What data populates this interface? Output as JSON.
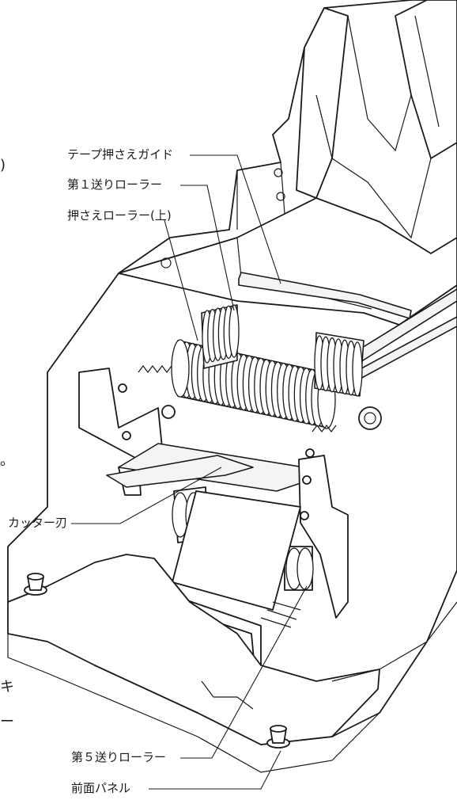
{
  "labels": {
    "tape_press_guide": "テープ押さえガイド",
    "first_feed_roller": "第１送りローラー",
    "press_roller_upper": "押さえローラー(上)",
    "cutter_blade": "カッター刃",
    "fifth_feed_roller": "第５送りローラー",
    "front_panel": "前面パネル"
  },
  "edge_fragments": {
    "left_paren": ")",
    "left_period": "。",
    "left_ki": "キ",
    "left_dash": "ー"
  }
}
